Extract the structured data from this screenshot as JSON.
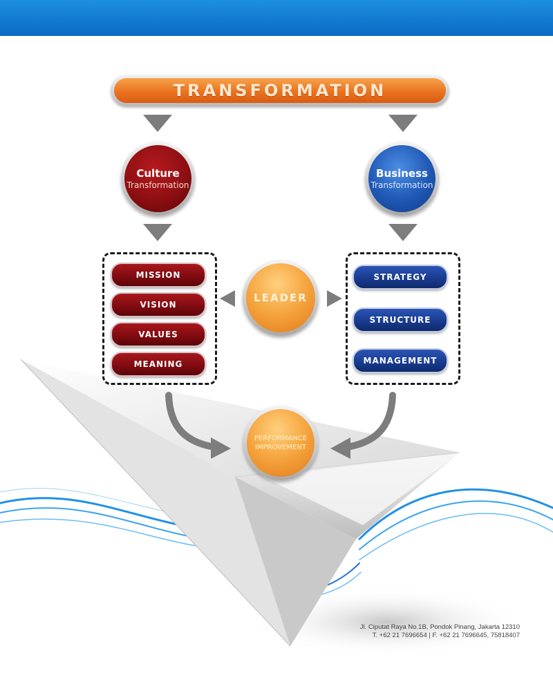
{
  "title": "TRANSFORMATION",
  "culture": {
    "title": "Culture",
    "subtitle": "Transformation"
  },
  "business": {
    "title": "Business",
    "subtitle": "Transformation"
  },
  "culture_items": [
    "MISSION",
    "VISION",
    "VALUES",
    "MEANING"
  ],
  "business_items": [
    "STRATEGY",
    "STRUCTURE",
    "MANAGEMENT"
  ],
  "leader": "LEADER",
  "performance": {
    "line1": "PERFORMANCE",
    "line2": "IMPROVEMENT"
  },
  "address": {
    "line1": "Jl. Ciputat Raya No.1B, Pondok Pinang, Jakarta 12310",
    "line2": "T. +62 21 7696654  |  F. +62 21 7696645, 75818407"
  },
  "colors": {
    "header_blue": "#0a6bc4",
    "title_orange": "#ea7320",
    "culture_red": "#8e0f13",
    "business_blue": "#1f58b5",
    "leader_orange": "#f5a33d",
    "arrow_gray": "#7a7a7a"
  },
  "icons": [
    "down-arrow-icon",
    "left-arrow-icon",
    "right-arrow-icon",
    "curved-arrow-icon",
    "paper-plane-image"
  ]
}
